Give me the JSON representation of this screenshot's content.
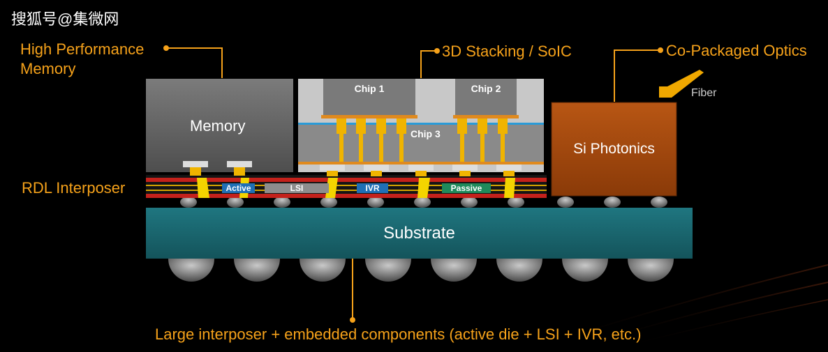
{
  "watermark": "搜狐号@集微网",
  "callouts": {
    "hbm_line1": "High Performance",
    "hbm_line2": "Memory",
    "stacking": "3D Stacking / SoIC",
    "optics": "Co-Packaged Optics",
    "rdl": "RDL Interposer",
    "bottom": "Large interposer + embedded components (active die + LSI + IVR, etc.)"
  },
  "blocks": {
    "memory": "Memory",
    "chip1": "Chip 1",
    "chip2": "Chip 2",
    "chip3": "Chip 3",
    "si_photonics": "Si Photonics",
    "fiber": "Fiber",
    "substrate": "Substrate"
  },
  "embedded": {
    "active": "Active",
    "lsi": "LSI",
    "ivr": "IVR",
    "passive": "Passive"
  },
  "colors": {
    "accent_orange": "#f6a21a",
    "memory_gray": "#6b6b6b",
    "soic_light": "#c8c8c8",
    "chip_gray": "#7a7a7a",
    "photonics_brown": "#b34f0e",
    "substrate_teal": "#1b6c74",
    "interposer_red": "#c4211b",
    "active_blue": "#1f6fb5",
    "passive_green": "#1f8a5b"
  }
}
